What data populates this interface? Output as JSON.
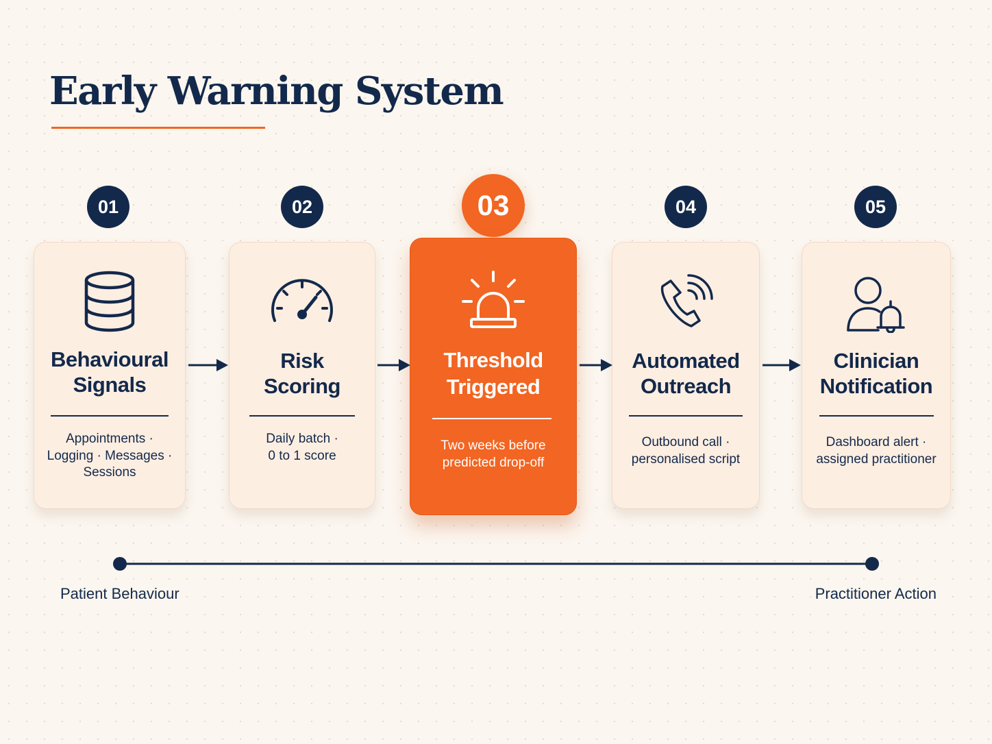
{
  "title": "Early Warning System",
  "colors": {
    "navy": "#13294b",
    "accent": "#f26522",
    "card": "#fdeee2",
    "background": "#fbf6ef"
  },
  "steps": [
    {
      "number": "01",
      "title_line1": "Behavioural",
      "title_line2": "Signals",
      "desc_line1": "Appointments ·",
      "desc_line2": "Logging · Messages ·",
      "desc_line3": "Sessions",
      "icon": "database-icon"
    },
    {
      "number": "02",
      "title_line1": "Risk",
      "title_line2": "Scoring",
      "desc_line1": "Daily batch ·",
      "desc_line2": "0 to 1 score",
      "icon": "gauge-icon"
    },
    {
      "number": "03",
      "title_line1": "Threshold",
      "title_line2": "Triggered",
      "desc_line1": "Two weeks before",
      "desc_line2": "predicted drop-off",
      "icon": "alarm-icon",
      "highlighted": true
    },
    {
      "number": "04",
      "title_line1": "Automated",
      "title_line2": "Outreach",
      "desc_line1": "Outbound call ·",
      "desc_line2": "personalised script",
      "icon": "phone-call-icon"
    },
    {
      "number": "05",
      "title_line1": "Clinician",
      "title_line2": "Notification",
      "desc_line1": "Dashboard alert ·",
      "desc_line2": "assigned practitioner",
      "icon": "user-bell-icon"
    }
  ],
  "timeline": {
    "start_label": "Patient Behaviour",
    "end_label": "Practitioner Action"
  }
}
